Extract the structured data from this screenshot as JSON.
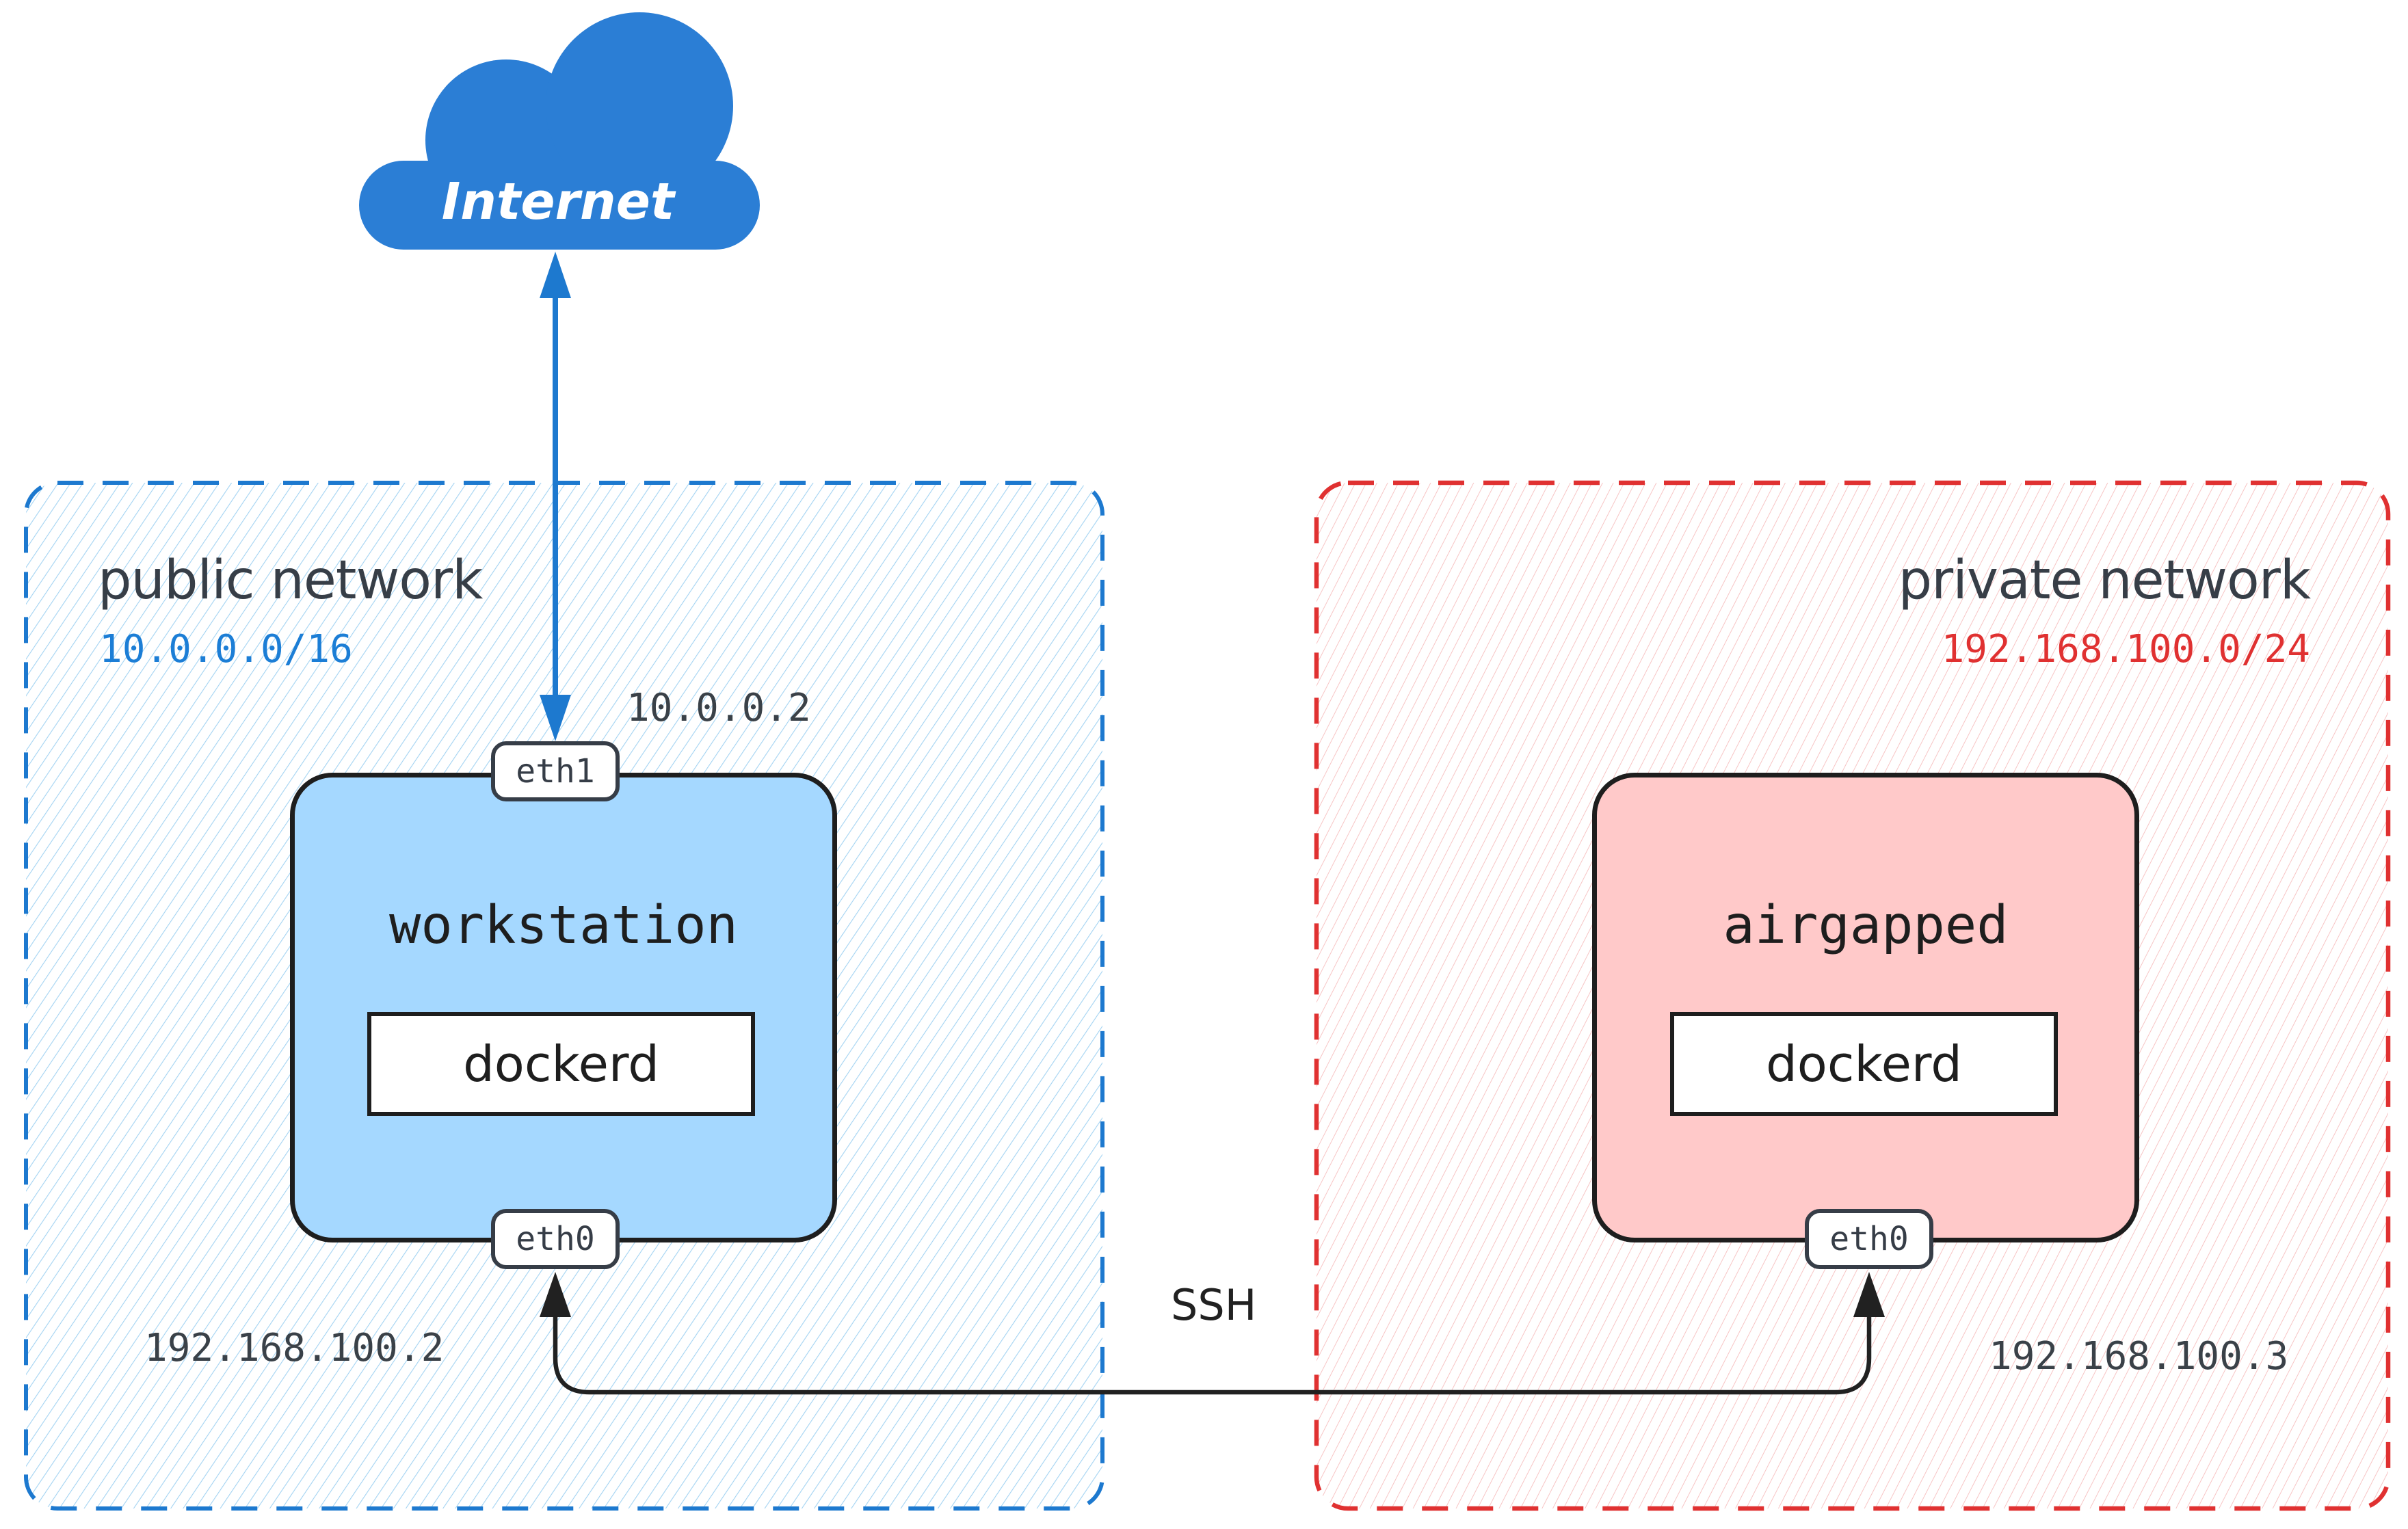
{
  "cloud": {
    "label": "Internet"
  },
  "connection": {
    "label": "SSH"
  },
  "public_network": {
    "title": "public network",
    "subnet": "10.0.0.0/16",
    "host": {
      "name": "workstation",
      "daemon": "dockerd",
      "ports": [
        {
          "name": "eth1",
          "ip": "10.0.0.2"
        },
        {
          "name": "eth0",
          "ip": "192.168.100.2"
        }
      ]
    }
  },
  "private_network": {
    "title": "private network",
    "subnet": "192.168.100.0/24",
    "host": {
      "name": "airgapped",
      "daemon": "dockerd",
      "ports": [
        {
          "name": "eth0",
          "ip": "192.168.100.3"
        }
      ]
    }
  },
  "colors": {
    "blue_stroke": "#1d79cf",
    "blue_subnet_text": "#1c7ed6",
    "light_blue_fill": "#a5d8ff",
    "blue_hatch": "#a3d3f2",
    "red_stroke": "#e03131",
    "pink_fill": "#ffc9c9",
    "red_hatch": "#f7c5c5",
    "cloud_blue": "#2b7ed5",
    "dark_stroke": "#1e1e1e",
    "port_stroke": "#363d47",
    "ssh_line": "#212121"
  }
}
